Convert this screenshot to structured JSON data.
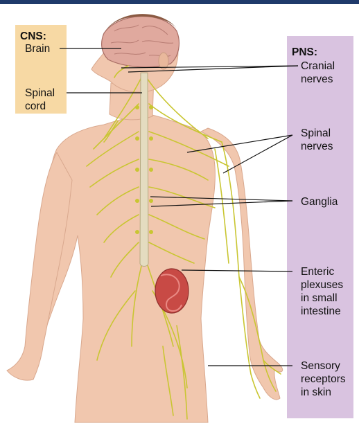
{
  "colors": {
    "top_bar": "#1f3a6b",
    "cns_box": "#f7d9a4",
    "pns_box": "#d9c3e0",
    "skin": "#f1c7ae",
    "nerves": "#c9c632",
    "spinal_cord": "#e4dcc0",
    "brain": "#e0a99e",
    "hair": "#8a5a42",
    "intestine": "#c84a45"
  },
  "cns": {
    "title": "CNS:",
    "brain": "Brain",
    "spinal_cord": "Spinal\ncord"
  },
  "pns": {
    "title": "PNS:",
    "cranial_nerves": "Cranial\nnerves",
    "spinal_nerves": "Spinal\nnerves",
    "ganglia": "Ganglia",
    "enteric_plexuses": "Enteric\nplexuses\nin small\nintestine",
    "sensory_receptors": "Sensory\nreceptors\nin skin"
  }
}
